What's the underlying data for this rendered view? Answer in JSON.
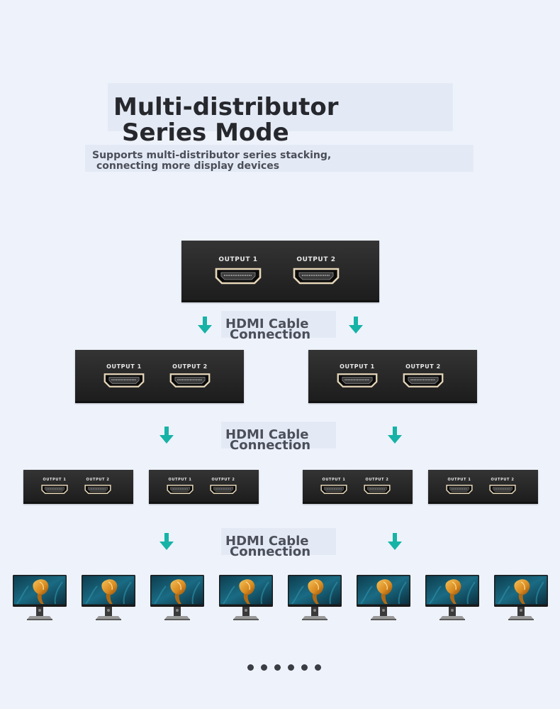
{
  "heading": {
    "line1": "Multi-distributor",
    "line2": "Series Mode"
  },
  "description": {
    "line1": "Supports multi-distributor series stacking,",
    "line2": "connecting more display devices"
  },
  "ports": {
    "output1": "OUTPUT 1",
    "output2": "OUTPUT 2"
  },
  "connection_label": {
    "line1": "HDMI Cable",
    "line2": "Connection"
  },
  "colors": {
    "arrow": "#16b3a6",
    "splitter_body": "#262626",
    "background": "#eef2fb",
    "title": "#26282d"
  },
  "icons": {
    "arrow": "down-arrow-icon",
    "port": "hdmi-port-icon",
    "display": "monitor-icon"
  },
  "monitor_count": 8,
  "pagination": {
    "count": 6
  }
}
